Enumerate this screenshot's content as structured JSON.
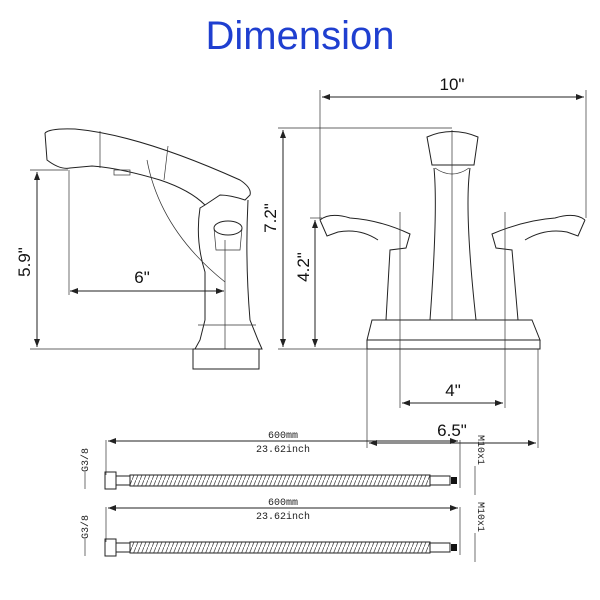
{
  "title": "Dimension",
  "side_view": {
    "height_label": "5.9\"",
    "reach_label": "6\""
  },
  "front_view": {
    "width_label": "10\"",
    "height_label": "7.2\"",
    "handle_height_label": "4.2\"",
    "center_label": "4\"",
    "base_label": "6.5\""
  },
  "hoses": [
    {
      "length_mm": "600mm",
      "length_in": "23.62inch",
      "inlet": "G3/8",
      "outlet": "M10x1"
    },
    {
      "length_mm": "600mm",
      "length_in": "23.62inch",
      "inlet": "G3/8",
      "outlet": "M10x1"
    }
  ]
}
